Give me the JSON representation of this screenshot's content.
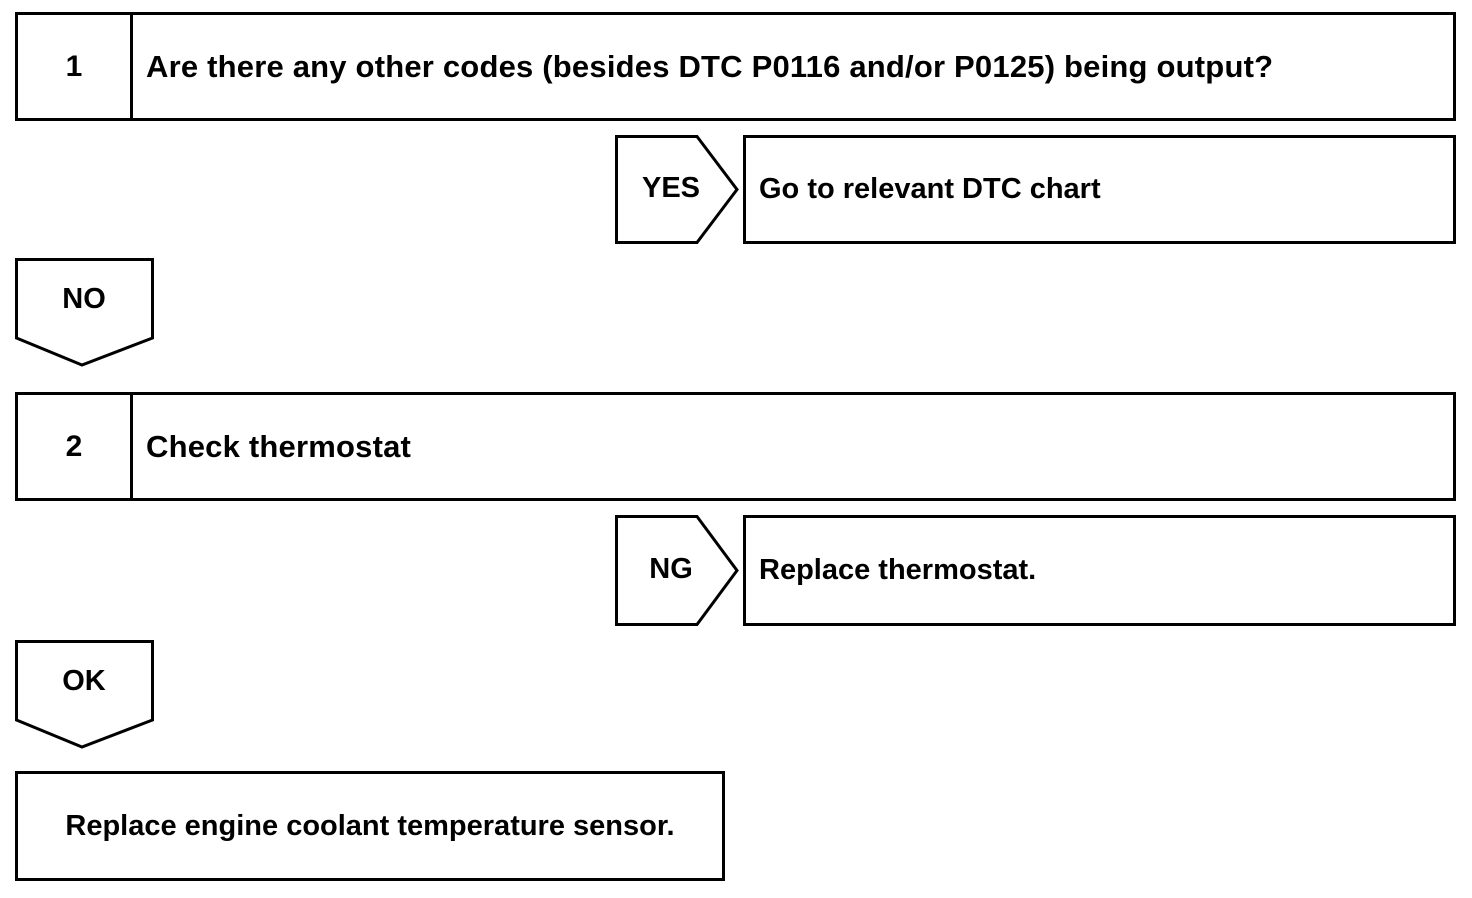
{
  "steps": [
    {
      "number": "1",
      "text": "Are there any other codes (besides DTC P0116 and/or P0125) being output?"
    },
    {
      "number": "2",
      "text": "Check thermostat"
    }
  ],
  "branches": [
    {
      "tag": "YES",
      "result": "Go to relevant DTC chart"
    },
    {
      "tag": "NG",
      "result": "Replace thermostat."
    }
  ],
  "flow_tags": [
    "NO",
    "OK"
  ],
  "final_action": "Replace engine coolant temperature sensor.",
  "colors": {
    "line": "#000000",
    "background": "#ffffff"
  }
}
